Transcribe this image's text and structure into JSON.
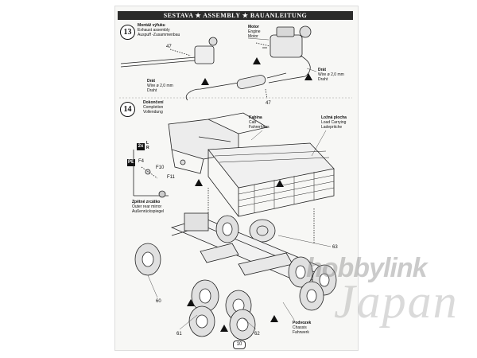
{
  "header": {
    "title": "SESTAVA  ★  ASSEMBLY  ★  BAUANLEITUNG"
  },
  "step13": {
    "number": "13",
    "title_cz": "Montáž výfuku",
    "title_en": "Exhaust assembly",
    "title_de": "Auspuff -Zusammenbau",
    "motor": [
      "Motor",
      "Engine",
      "Motor"
    ],
    "wire": [
      "Drát",
      "Wire  ø 2,0 mm",
      "Draht"
    ],
    "wire2": [
      "Drát",
      "Wire  ø 2,0 mm",
      "Draht"
    ],
    "part_a": "47",
    "part_b": "47"
  },
  "step14": {
    "number": "14",
    "title_cz": "Dokončení",
    "title_en": "Completion",
    "title_de": "Vollendung",
    "cab": [
      "Kabina",
      "Cab",
      "Fahrerhaus"
    ],
    "cargo": [
      "Ložná plocha",
      "Load Carrying",
      "Ladepritche"
    ],
    "mirror": [
      "Zpětné zrcátko",
      "Outer rear mirror",
      "Außenrückspiegel"
    ],
    "chassis": [
      "Podvozek",
      "Chassis",
      "Fahrwerk"
    ],
    "qty": "2x",
    "side": [
      "L",
      "R"
    ],
    "pe_badge": "PE",
    "parts": {
      "f4": "F4",
      "f10": "F10",
      "f11": "F11",
      "p63": "63",
      "p60": "60",
      "p61": "61",
      "p62": "62"
    }
  },
  "page_number": "10",
  "watermark": {
    "line1": "hobbylink",
    "line2": "Japan"
  }
}
